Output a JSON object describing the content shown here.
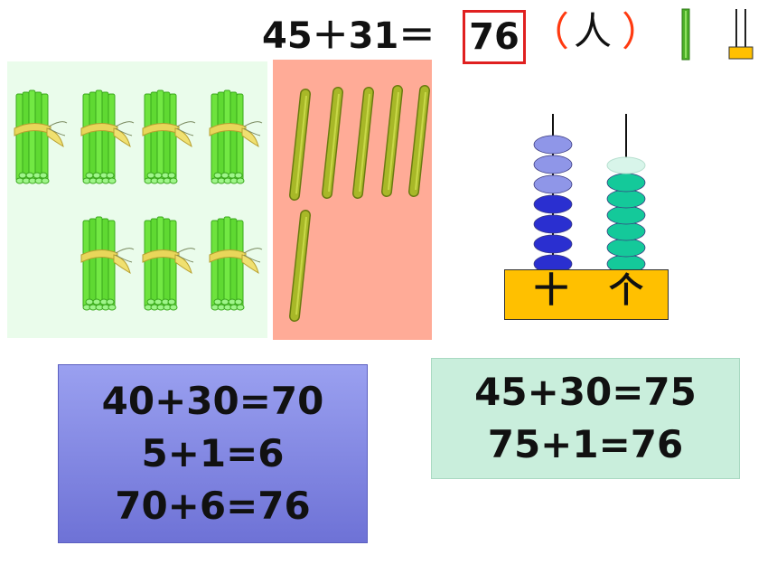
{
  "equation": {
    "left": "45＋31＝",
    "answer": "76",
    "open_paren": "（",
    "unit": "人",
    "close_paren": "）"
  },
  "abacus": {
    "tens_label": "十",
    "ones_label": "个",
    "tens_value": 7,
    "ones_value": 6
  },
  "method_a": {
    "lines": [
      "40+30=70",
      "5+1=6",
      "70+6=76"
    ]
  },
  "method_b": {
    "lines": [
      "45+30=75",
      "75+1=76"
    ]
  },
  "colors": {
    "answer_border": "#e02020",
    "paren": "#ff3a10",
    "bundle_panel": "#eafceb",
    "stick_panel": "#ffab97",
    "abacus_base": "#ffc000",
    "tens_bead_light": "#8f96e8",
    "tens_bead_dark": "#2a2fd0",
    "ones_bead": "#14c99a",
    "method_a_bg": "#8a8fe6",
    "method_b_bg": "#c9eedc"
  },
  "icons": {
    "stick": "single-green-stick-icon",
    "counter": "place-value-counter-icon",
    "bundle": "stick-bundle-icon"
  }
}
